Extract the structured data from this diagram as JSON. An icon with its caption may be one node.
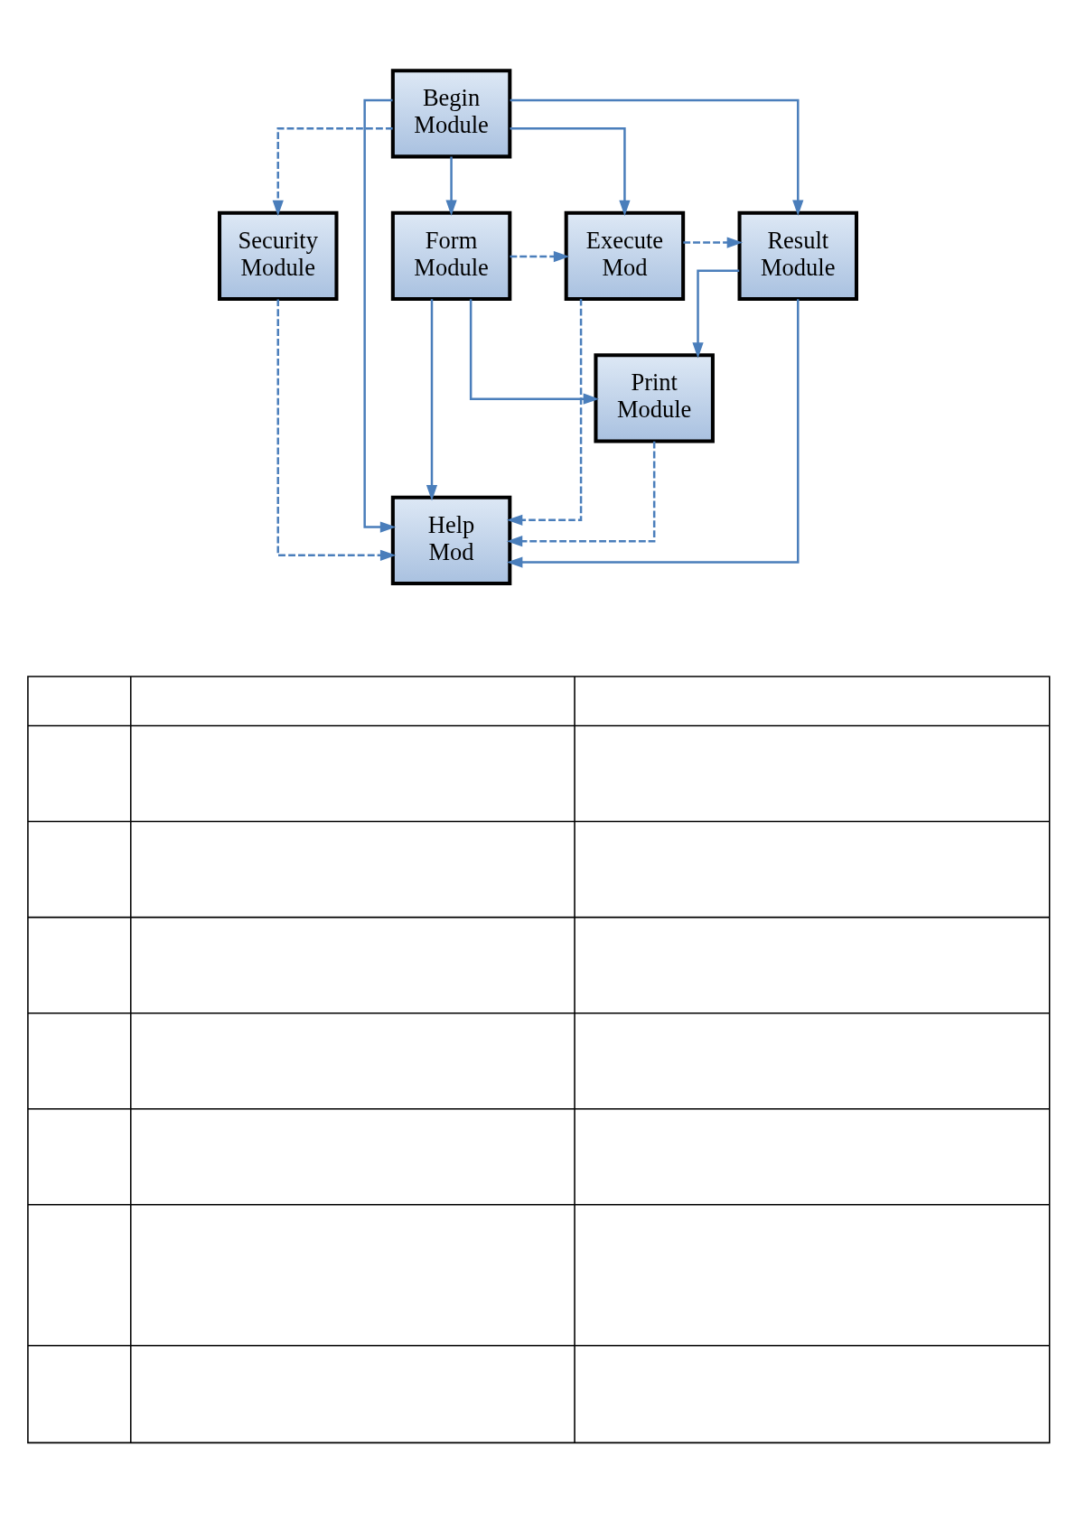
{
  "diagram": {
    "nodes": [
      {
        "text": [
          "Begin Module"
        ]
      },
      {
        "text": [
          "Security Module"
        ]
      },
      {
        "text": [
          "Form Module"
        ]
      },
      {
        "text": [
          "Execute Mod"
        ]
      },
      {
        "text": [
          "Result Module"
        ]
      },
      {
        "text": [
          "Print Module"
        ]
      },
      {
        "text": [
          "Help Mod"
        ]
      }
    ],
    "edges": [
      {
        "from": 0,
        "to": 1,
        "arrow": "to",
        "style": "dashed"
      },
      {
        "from": 0,
        "to": 6,
        "arrow": "to"
      },
      {
        "from": 0,
        "to": 2,
        "arrow": "to"
      },
      {
        "from": 0,
        "to": 3,
        "arrow": "to"
      },
      {
        "from": 0,
        "to": 4,
        "arrow": "to"
      },
      {
        "from": 2,
        "to": 3,
        "arrow": "to",
        "style": "dashed"
      },
      {
        "from": 3,
        "to": 4,
        "arrow": "to",
        "style": "dashed"
      },
      {
        "from": 2,
        "to": 5,
        "arrow": "to"
      },
      {
        "from": 4,
        "to": 5,
        "arrow": "to"
      },
      {
        "from": 1,
        "to": 6,
        "arrow": "to",
        "style": "dashed"
      },
      {
        "from": 2,
        "to": 6,
        "arrow": "to"
      },
      {
        "from": 3,
        "to": 6,
        "arrow": "to",
        "style": "dashed"
      },
      {
        "from": 4,
        "to": 6,
        "arrow": "to"
      },
      {
        "from": 5,
        "to": 6,
        "arrow": "to",
        "style": "dashed"
      }
    ]
  }
}
